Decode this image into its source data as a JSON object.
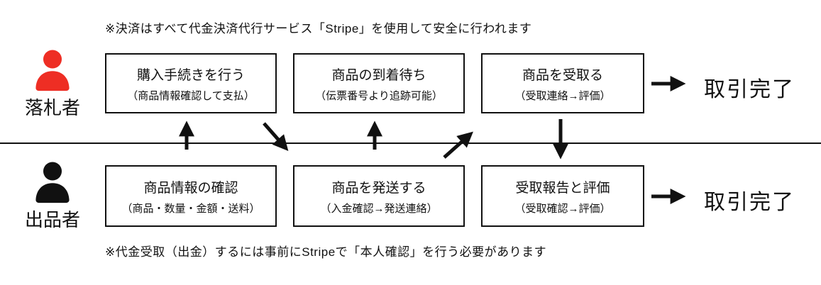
{
  "diagram": {
    "top_note": "※決済はすべて代金決済代行サービス「Stripe」を使用して安全に行われます",
    "bottom_note": "※代金受取（出金）するには事前にStripeで「本人確認」を行う必要があります"
  },
  "buyer": {
    "role": "落札者",
    "icon_color": "#ee2e24",
    "steps": [
      {
        "title": "購入手続きを行う",
        "subtitle": "（商品情報確認して支払）"
      },
      {
        "title": "商品の到着待ち",
        "subtitle": "（伝票番号より追跡可能）"
      },
      {
        "title": "商品を受取る",
        "subtitle": "（受取連絡→評価）"
      }
    ],
    "result": "取引完了"
  },
  "seller": {
    "role": "出品者",
    "icon_color": "#111111",
    "steps": [
      {
        "title": "商品情報の確認",
        "subtitle": "（商品・数量・金額・送料）"
      },
      {
        "title": "商品を発送する",
        "subtitle": "（入金確認→発送連絡）"
      },
      {
        "title": "受取報告と評価",
        "subtitle": "（受取確認→評価）"
      }
    ],
    "result": "取引完了"
  }
}
